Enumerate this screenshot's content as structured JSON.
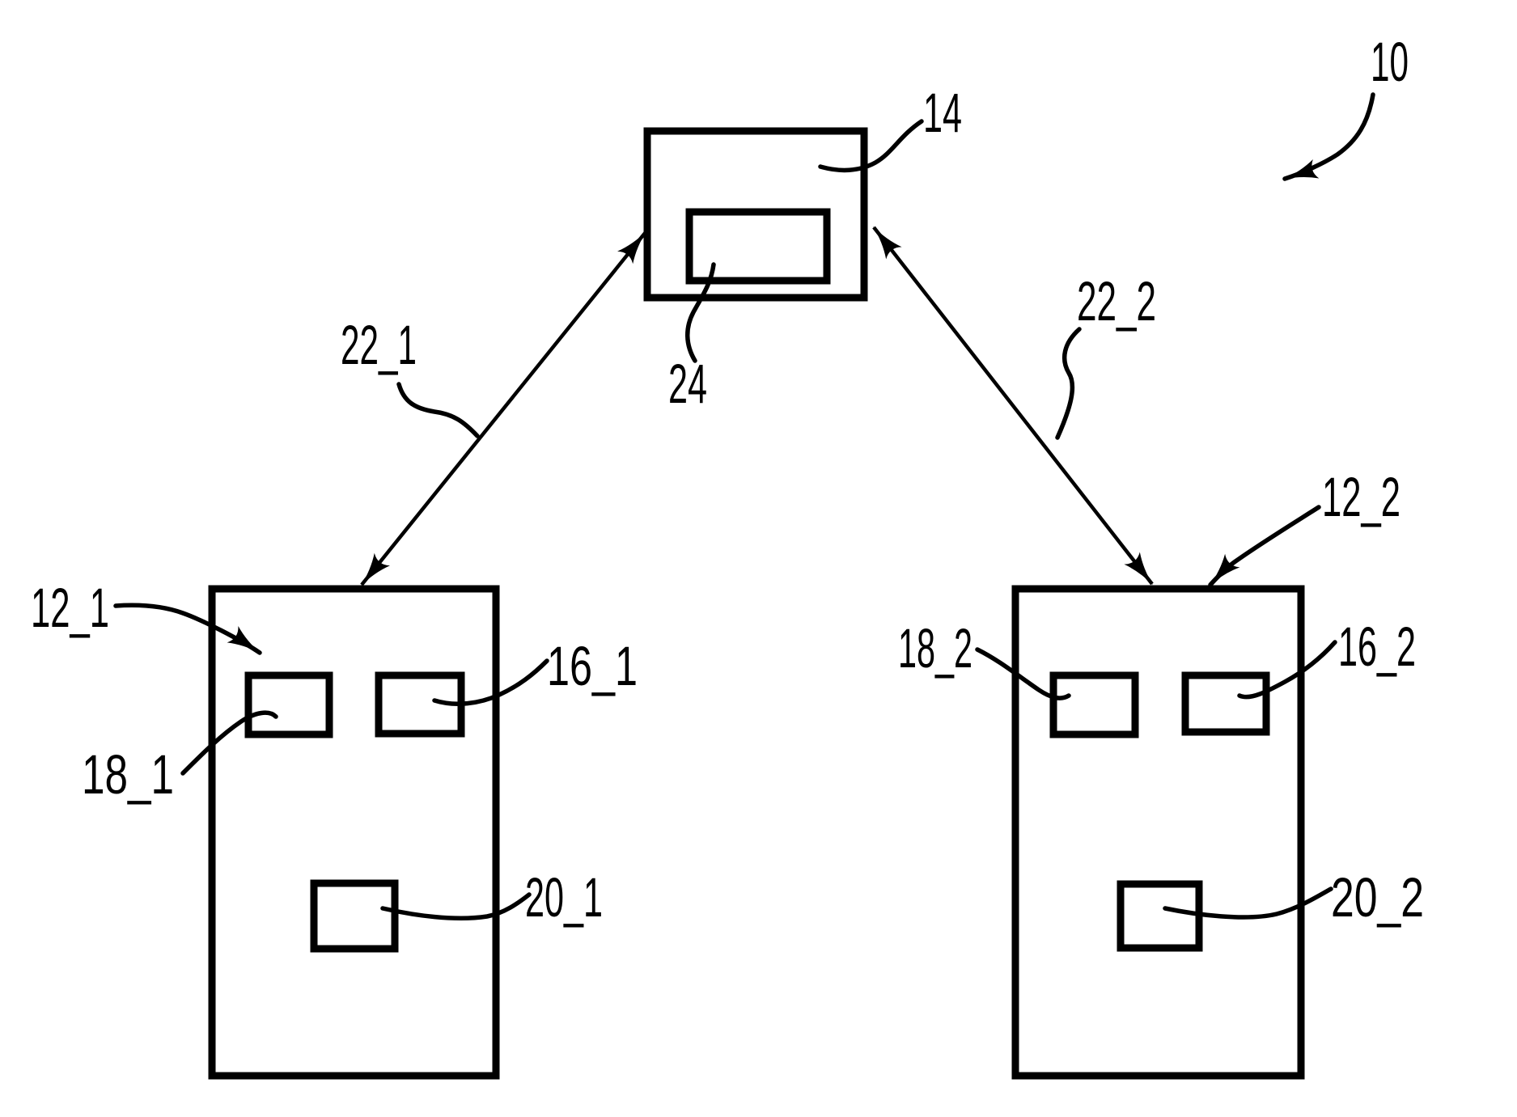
{
  "figure": {
    "kind": "patent-system-diagram",
    "background_color": "#ffffff",
    "line_color": "#000000",
    "reference_labels": {
      "system": "10",
      "central_unit": "14",
      "central_unit_module": "24",
      "link_left": "22_1",
      "link_right": "22_2",
      "device_left": "12_1",
      "device_right": "12_2",
      "device_left_module_a": "18_1",
      "device_left_module_b": "16_1",
      "device_left_module_c": "20_1",
      "device_right_module_a": "18_2",
      "device_right_module_b": "16_2",
      "device_right_module_c": "20_2"
    }
  }
}
